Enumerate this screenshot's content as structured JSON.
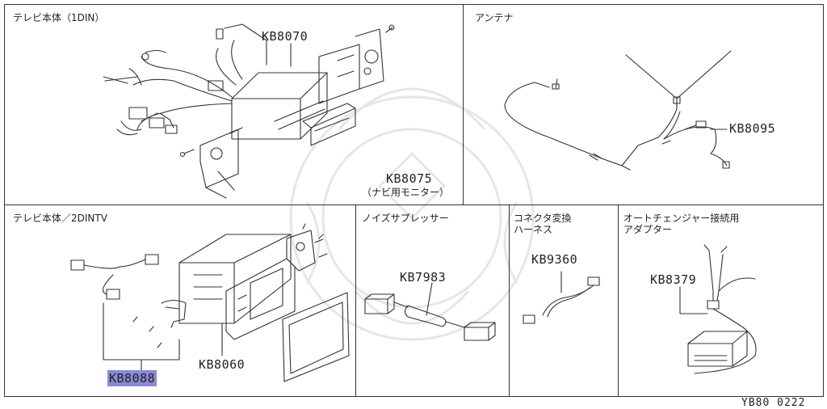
{
  "sections": {
    "tv_1din": {
      "title": "テレビ本体（1DIN）",
      "parts": {
        "p1": "KB8070",
        "p2": "KB8075",
        "p2_note": "（ナビ用モニター）"
      }
    },
    "antenna": {
      "title": "アンテナ",
      "parts": {
        "p1": "KB8095"
      }
    },
    "tv_2din": {
      "title": "テレビ本体／2DINTV",
      "parts": {
        "p1": "KB8060",
        "p2": "KB8088"
      }
    },
    "noise_suppressor": {
      "title": "ノイズサプレッサー",
      "parts": {
        "p1": "KB7983"
      }
    },
    "connector_harness": {
      "title_line1": "コネクタ変換",
      "title_line2": "ハーネス",
      "parts": {
        "p1": "KB9360"
      }
    },
    "autochanger_adapter": {
      "title_line1": "オートチェンジャー接続用",
      "title_line2": "アダプター",
      "parts": {
        "p1": "KB8379"
      }
    }
  },
  "diagram_code": "YB80 0222",
  "highlight_color": "#8a8ad8"
}
